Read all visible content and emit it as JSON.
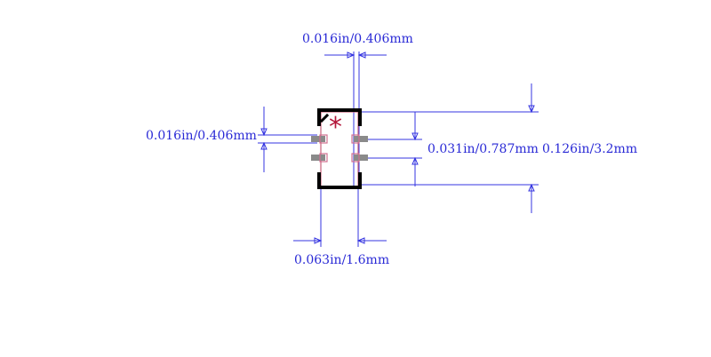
{
  "dimensions": {
    "pad_width_top": "0.016in/0.406mm",
    "pad_height_left": "0.016in/0.406mm",
    "pitch_right": "0.031in/0.787mm",
    "height_right": "0.126in/3.2mm",
    "width_bottom": "0.063in/1.6mm"
  },
  "marker": "*",
  "colors": {
    "dimension": "#2a2ad6",
    "outline": "#000000",
    "body": "#c8607a",
    "pad": "#8a8a8a",
    "marker": "#b3173a"
  }
}
